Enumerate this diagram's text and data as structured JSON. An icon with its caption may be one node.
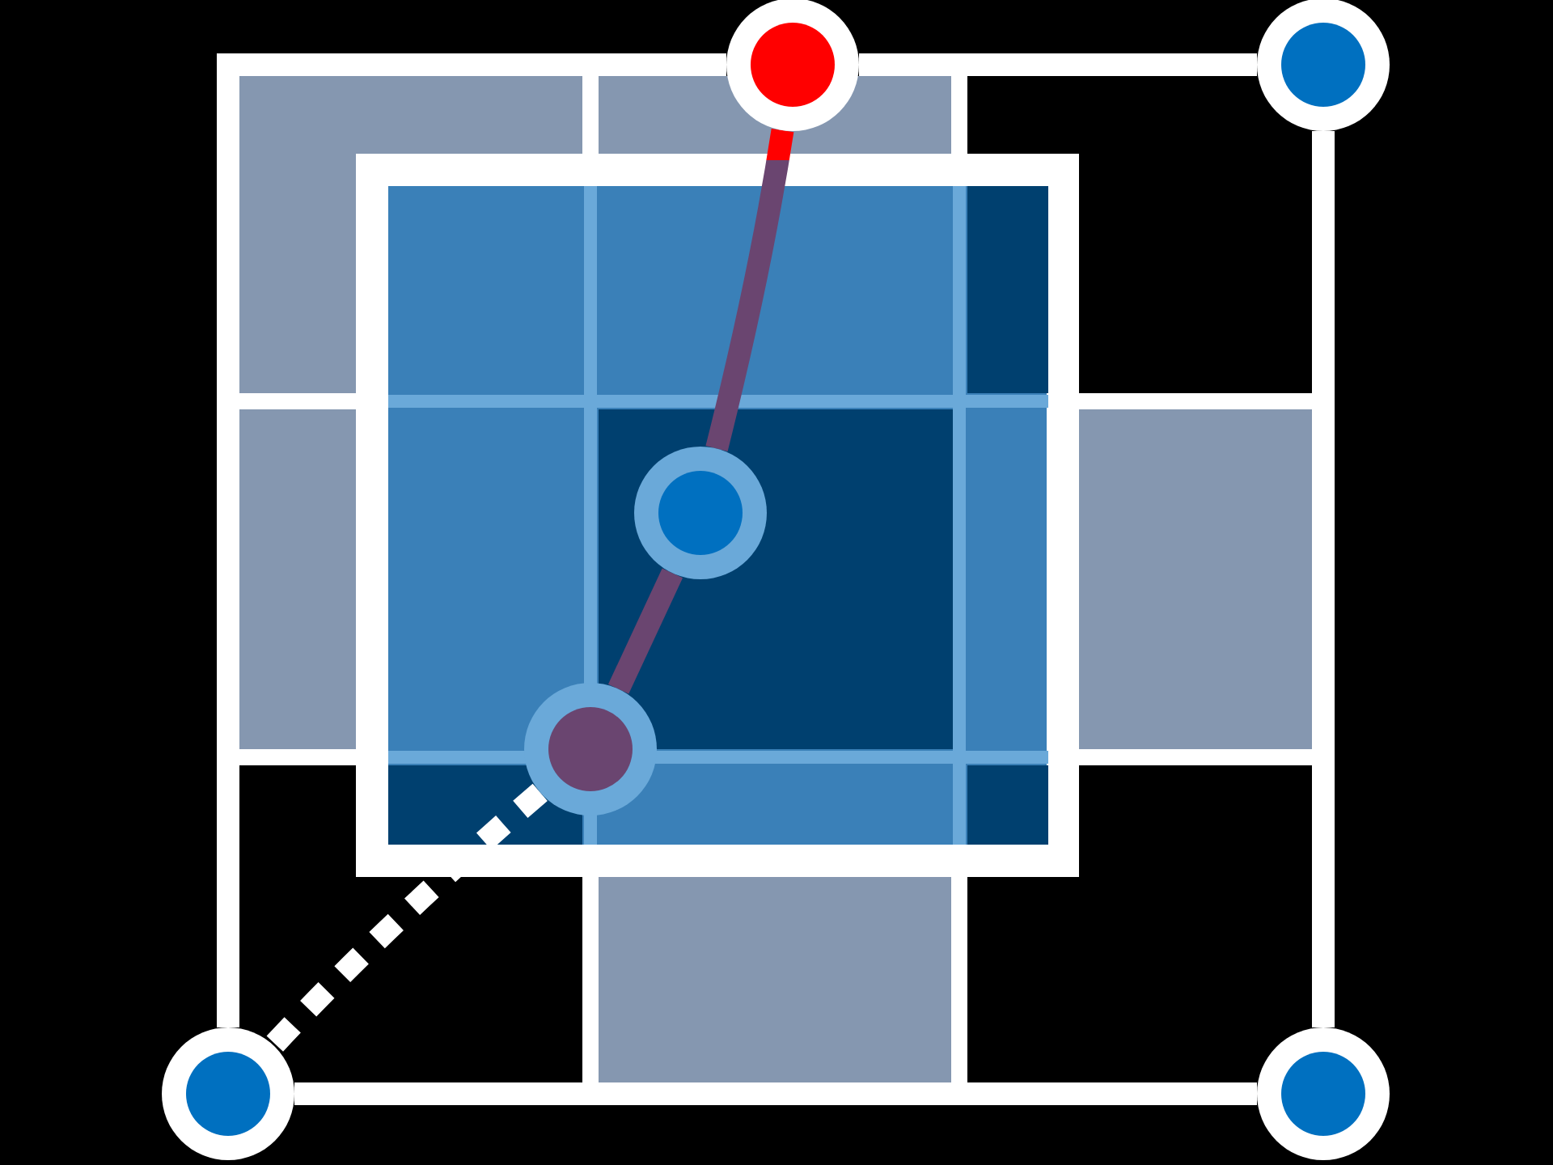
{
  "diagram": {
    "nodes": [
      {
        "text": [],
        "shape": "circle"
      },
      {
        "text": [],
        "shape": "circle"
      },
      {
        "text": [],
        "shape": "circle"
      },
      {
        "text": [],
        "shape": "circle"
      },
      {
        "text": [],
        "shape": "circle"
      },
      {
        "text": [],
        "shape": "circle"
      }
    ],
    "edges": [
      {
        "from": 0,
        "to": 1,
        "arrow": "none"
      },
      {
        "from": 1,
        "to": 5,
        "arrow": "none"
      },
      {
        "from": 4,
        "to": 5,
        "arrow": "none"
      },
      {
        "from": 0,
        "to": 2,
        "arrow": "none",
        "color": "#6a4570"
      },
      {
        "from": 2,
        "to": 3,
        "arrow": "none",
        "color": "#6a4570"
      },
      {
        "from": 3,
        "to": 4,
        "arrow": "none",
        "style": "dashed"
      }
    ]
  }
}
